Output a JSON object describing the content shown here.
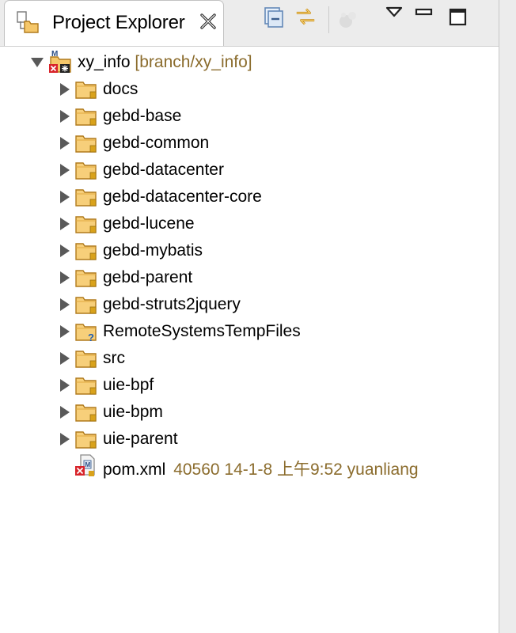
{
  "view": {
    "tab_title": "Project Explorer",
    "tab_close": "☒"
  },
  "toolbar": [
    {
      "name": "collapse-all-button",
      "icon": "collapse-all-icon"
    },
    {
      "name": "link-with-editor-button",
      "icon": "link-with-editor-icon"
    },
    {
      "name": "focus-button",
      "icon": "focus-icon",
      "disabled": true
    },
    {
      "name": "view-menu-button",
      "icon": "view-menu-icon"
    },
    {
      "name": "minimize-button",
      "icon": "minimize-icon"
    },
    {
      "name": "maximize-button",
      "icon": "maximize-icon"
    }
  ],
  "tree": {
    "root": {
      "name": "xy_info",
      "decoration": "[branch/xy_info]",
      "expanded": true,
      "icon": "maven-project-icon"
    },
    "children": [
      {
        "label": "docs",
        "icon": "folder-icon"
      },
      {
        "label": "gebd-base",
        "icon": "folder-icon"
      },
      {
        "label": "gebd-common",
        "icon": "folder-icon"
      },
      {
        "label": "gebd-datacenter",
        "icon": "folder-icon"
      },
      {
        "label": "gebd-datacenter-core",
        "icon": "folder-icon"
      },
      {
        "label": "gebd-lucene",
        "icon": "folder-icon"
      },
      {
        "label": "gebd-mybatis",
        "icon": "folder-icon"
      },
      {
        "label": "gebd-parent",
        "icon": "folder-icon"
      },
      {
        "label": "gebd-struts2jquery",
        "icon": "folder-icon"
      },
      {
        "label": "RemoteSystemsTempFiles",
        "icon": "unversioned-folder-icon"
      },
      {
        "label": "src",
        "icon": "folder-icon"
      },
      {
        "label": "uie-bpf",
        "icon": "folder-icon"
      },
      {
        "label": "uie-bpm",
        "icon": "folder-icon"
      },
      {
        "label": "uie-parent",
        "icon": "folder-icon"
      }
    ],
    "file": {
      "label": "pom.xml",
      "decoration": "40560  14-1-8 上午9:52  yuanliang",
      "icon": "xml-file-error-icon"
    }
  },
  "colors": {
    "decoration": "#8b6c2d",
    "folder_fill": "#f7cf7a",
    "folder_stroke": "#b07a1c",
    "svn_badge": "#d9a21b"
  }
}
